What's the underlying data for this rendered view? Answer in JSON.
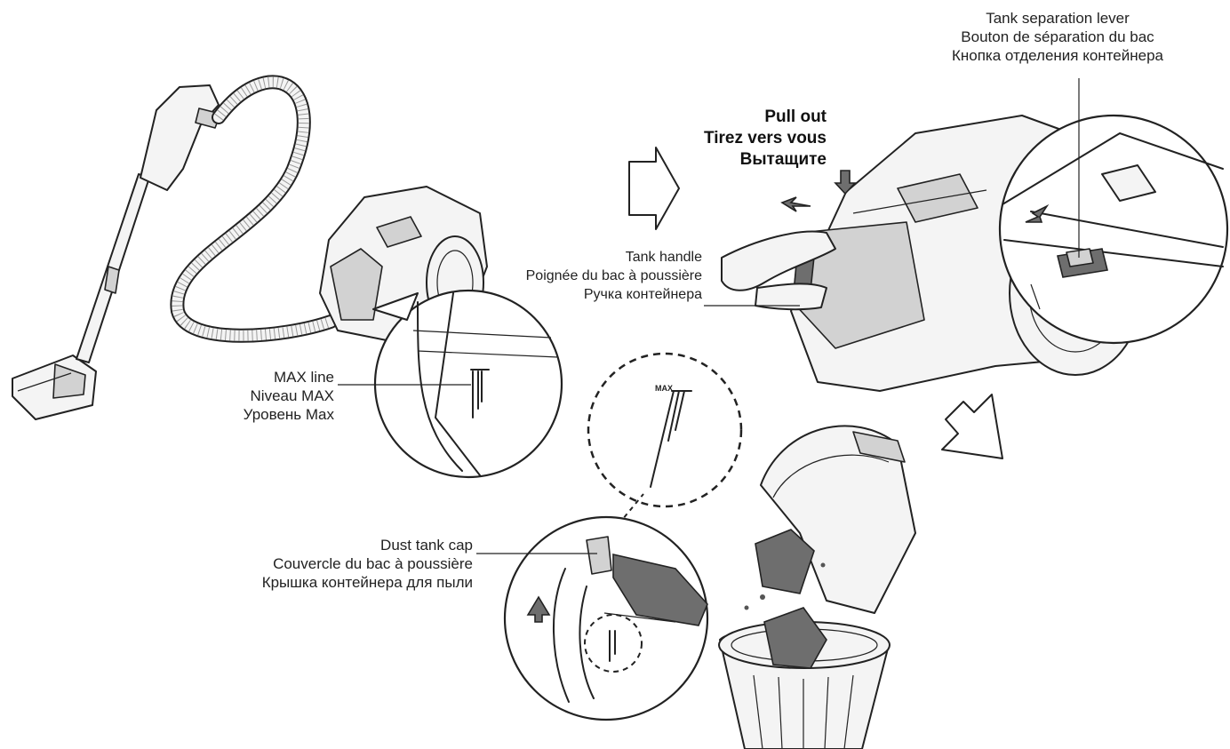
{
  "labels": {
    "tank_separation_lever": {
      "en": "Tank separation lever",
      "fr": "Bouton de séparation du bac",
      "ru": "Кнопка отделения контейнера"
    },
    "pull_out": {
      "en": "Pull out",
      "fr": "Tirez vers vous",
      "ru": "Вытащите"
    },
    "tank_handle": {
      "en": "Tank handle",
      "fr": "Poignée du bac à poussière",
      "ru": "Ручка контейнера"
    },
    "max_line": {
      "en": "MAX line",
      "fr": "Niveau MAX",
      "ru": "Уровень Max"
    },
    "dust_tank_cap": {
      "en": "Dust tank cap",
      "fr": "Couvercle du bac à poussière",
      "ru": "Крышка контейнера для пыли"
    },
    "max_mark": "MAX"
  },
  "colors": {
    "line": "#222222",
    "fill_light": "#f2f2f2",
    "fill_mid": "#cfcfcf",
    "fill_dark": "#7a7a7a",
    "dust": "#555555"
  }
}
